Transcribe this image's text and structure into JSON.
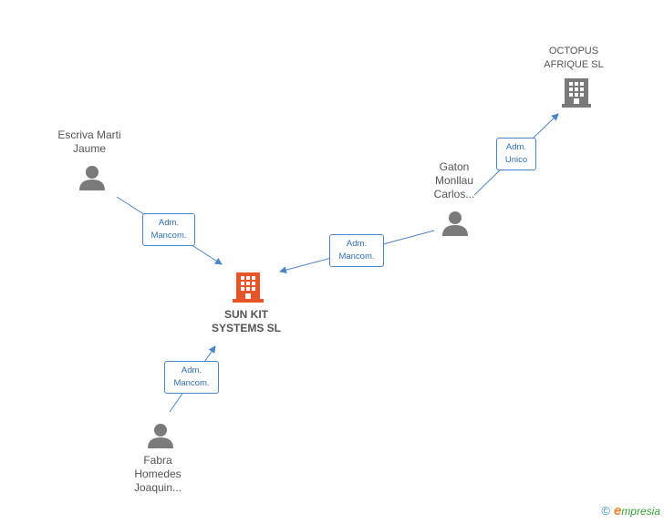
{
  "nodes": {
    "sun_kit": {
      "lines": [
        "SUN KIT",
        "SYSTEMS SL"
      ],
      "color": "#e8552b"
    },
    "octopus": {
      "lines": [
        "OCTOPUS",
        "AFRIQUE  SL"
      ],
      "color": "#7a7a7a"
    },
    "escriva": {
      "lines": [
        "Escriva Marti",
        "Jaume"
      ]
    },
    "gaton": {
      "lines": [
        "Gaton",
        "Monllau",
        "Carlos..."
      ]
    },
    "fabra": {
      "lines": [
        "Fabra",
        "Homedes",
        "Joaquin..."
      ]
    }
  },
  "edges": {
    "escriva_sunkit": [
      "Adm.",
      "Mancom."
    ],
    "gaton_sunkit": [
      "Adm.",
      "Mancom."
    ],
    "fabra_sunkit": [
      "Adm.",
      "Mancom."
    ],
    "gaton_octopus": [
      "Adm.",
      "Unico"
    ]
  },
  "colors": {
    "edge": "#4a86c8",
    "person": "#7a7a7a"
  },
  "footer": {
    "copyright": "©",
    "brand_initial": "e",
    "brand_rest": "mpresia"
  }
}
